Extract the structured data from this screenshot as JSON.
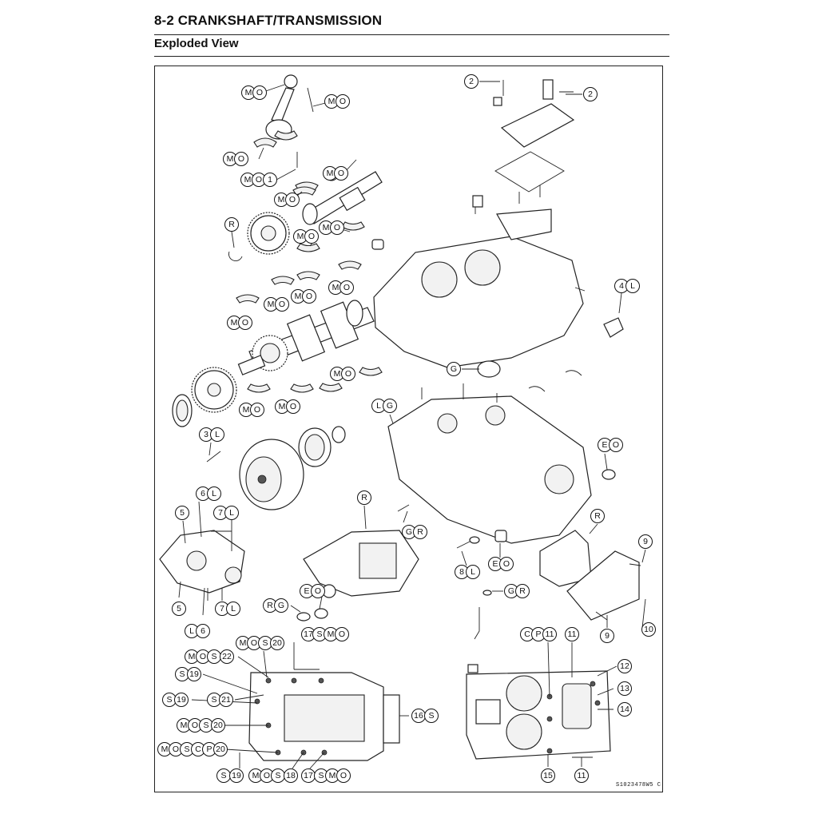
{
  "header": {
    "title": "8-2 CRANKSHAFT/TRANSMISSION",
    "section": "Exploded View"
  },
  "figure_code": "S1023478W5 C",
  "callouts": [
    {
      "id": "c1",
      "parts": [
        "M",
        "O"
      ]
    },
    {
      "id": "c2",
      "parts": [
        "M",
        "O"
      ]
    },
    {
      "id": "c3",
      "parts": [
        "M",
        "O"
      ]
    },
    {
      "id": "c4",
      "parts": [
        "M",
        "O",
        "1"
      ]
    },
    {
      "id": "c5",
      "parts": [
        "M",
        "O"
      ]
    },
    {
      "id": "c6",
      "parts": [
        "M",
        "O"
      ]
    },
    {
      "id": "c7",
      "parts": [
        "R"
      ]
    },
    {
      "id": "c8",
      "parts": [
        "M",
        "O"
      ]
    },
    {
      "id": "c9",
      "parts": [
        "M",
        "O"
      ]
    },
    {
      "id": "c10",
      "parts": [
        "M",
        "O"
      ]
    },
    {
      "id": "c11",
      "parts": [
        "M",
        "O"
      ]
    },
    {
      "id": "c12",
      "parts": [
        "M",
        "O"
      ]
    },
    {
      "id": "c13",
      "parts": [
        "M",
        "O"
      ]
    },
    {
      "id": "c14",
      "parts": [
        "M",
        "O"
      ]
    },
    {
      "id": "c15",
      "parts": [
        "M",
        "O"
      ]
    },
    {
      "id": "c16",
      "parts": [
        "M",
        "O"
      ]
    },
    {
      "id": "c17",
      "parts": [
        "2"
      ]
    },
    {
      "id": "c18",
      "parts": [
        "2"
      ]
    },
    {
      "id": "c19",
      "parts": [
        "4",
        "L"
      ]
    },
    {
      "id": "c20",
      "parts": [
        "G"
      ]
    },
    {
      "id": "c21",
      "parts": [
        "L",
        "G"
      ]
    },
    {
      "id": "c22",
      "parts": [
        "3",
        "L"
      ]
    },
    {
      "id": "c23",
      "parts": [
        "E",
        "O"
      ]
    },
    {
      "id": "c24",
      "parts": [
        "6",
        "L"
      ]
    },
    {
      "id": "c25",
      "parts": [
        "5"
      ]
    },
    {
      "id": "c26",
      "parts": [
        "7",
        "L"
      ]
    },
    {
      "id": "c27",
      "parts": [
        "R"
      ]
    },
    {
      "id": "c28",
      "parts": [
        "G",
        "R"
      ]
    },
    {
      "id": "c29",
      "parts": [
        "R"
      ]
    },
    {
      "id": "c30",
      "parts": [
        "9"
      ]
    },
    {
      "id": "c31",
      "parts": [
        "8",
        "L"
      ]
    },
    {
      "id": "c32",
      "parts": [
        "E",
        "O"
      ]
    },
    {
      "id": "c33",
      "parts": [
        "5"
      ]
    },
    {
      "id": "c34",
      "parts": [
        "7",
        "L"
      ]
    },
    {
      "id": "c35",
      "parts": [
        "L",
        "6"
      ]
    },
    {
      "id": "c36",
      "parts": [
        "R",
        "G"
      ]
    },
    {
      "id": "c37",
      "parts": [
        "E",
        "O"
      ]
    },
    {
      "id": "c38",
      "parts": [
        "G",
        "R"
      ]
    },
    {
      "id": "c39",
      "parts": [
        "9"
      ]
    },
    {
      "id": "c40",
      "parts": [
        "10"
      ]
    },
    {
      "id": "c41",
      "parts": [
        "M",
        "O",
        "S",
        "20"
      ]
    },
    {
      "id": "c42",
      "parts": [
        "17",
        "S",
        "M",
        "O"
      ]
    },
    {
      "id": "c43",
      "parts": [
        "M",
        "O",
        "S",
        "22"
      ]
    },
    {
      "id": "c44",
      "parts": [
        "S",
        "19"
      ]
    },
    {
      "id": "c45",
      "parts": [
        "S",
        "19"
      ]
    },
    {
      "id": "c46",
      "parts": [
        "S",
        "21"
      ]
    },
    {
      "id": "c47",
      "parts": [
        "M",
        "O",
        "S",
        "20"
      ]
    },
    {
      "id": "c48",
      "parts": [
        "M",
        "O",
        "S",
        "C",
        "P",
        "20"
      ]
    },
    {
      "id": "c49",
      "parts": [
        "16",
        "S"
      ]
    },
    {
      "id": "c50",
      "parts": [
        "S",
        "19",
        "M",
        "O",
        "S",
        "18"
      ]
    },
    {
      "id": "c51",
      "parts": [
        "17",
        "S",
        "M",
        "O"
      ]
    },
    {
      "id": "c52",
      "parts": [
        "C",
        "P",
        "11"
      ]
    },
    {
      "id": "c53",
      "parts": [
        "11"
      ]
    },
    {
      "id": "c54",
      "parts": [
        "12"
      ]
    },
    {
      "id": "c55",
      "parts": [
        "13"
      ]
    },
    {
      "id": "c56",
      "parts": [
        "14"
      ]
    },
    {
      "id": "c57",
      "parts": [
        "15"
      ]
    },
    {
      "id": "c58",
      "parts": [
        "11"
      ]
    }
  ]
}
